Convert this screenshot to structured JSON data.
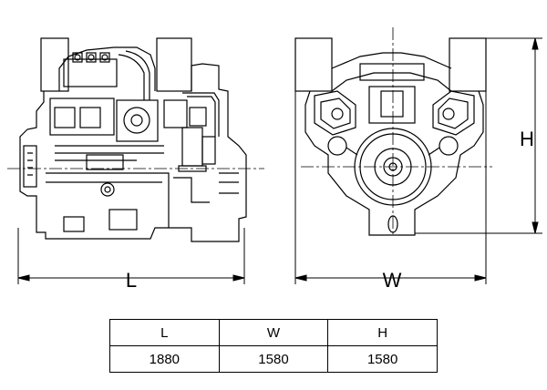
{
  "side_view": {
    "dimension_label": "L"
  },
  "front_view": {
    "width_label": "W",
    "height_label": "H"
  },
  "dimensions_table": {
    "headers": [
      "L",
      "W",
      "H"
    ],
    "values": [
      "1880",
      "1580",
      "1580"
    ]
  }
}
